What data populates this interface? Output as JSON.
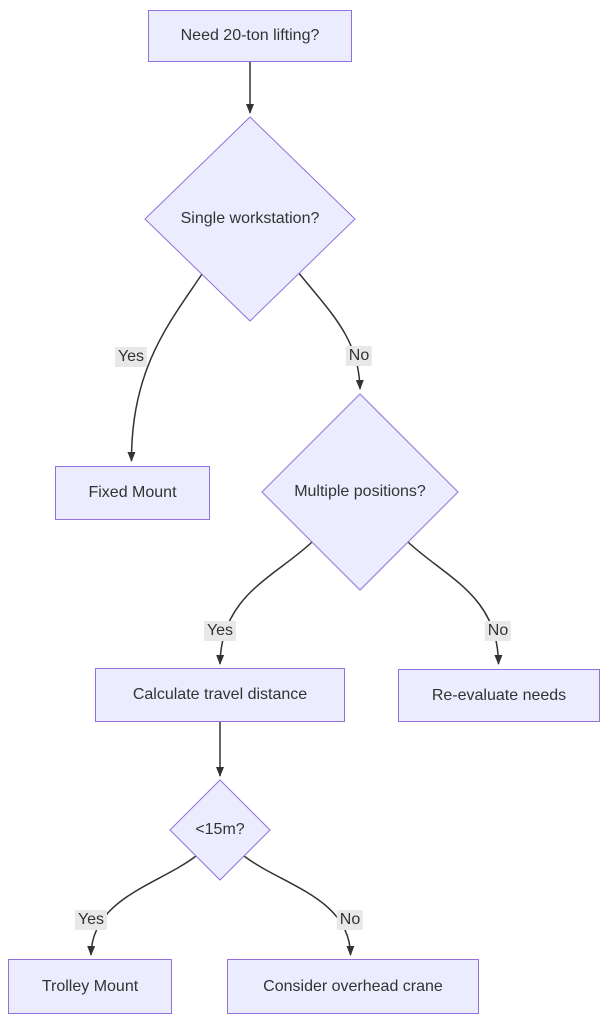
{
  "diagram": {
    "type": "flowchart",
    "direction": "top-down",
    "colors": {
      "node_fill": "#ECECFF",
      "node_border": "#9370DB",
      "edge_stroke": "#333333",
      "edge_label_bg": "#e8e8e8",
      "text": "#333333",
      "background": "#ffffff"
    },
    "nodes": {
      "start": {
        "shape": "rect",
        "label": "Need 20-ton lifting?"
      },
      "single_workstation": {
        "shape": "diamond",
        "label": "Single workstation?"
      },
      "fixed_mount": {
        "shape": "rect",
        "label": "Fixed Mount"
      },
      "multiple_positions": {
        "shape": "diamond",
        "label": "Multiple positions?"
      },
      "calculate_travel": {
        "shape": "rect",
        "label": "Calculate travel distance"
      },
      "reevaluate_needs": {
        "shape": "rect",
        "label": "Re-evaluate needs"
      },
      "under_15m": {
        "shape": "diamond",
        "label": "<15m?"
      },
      "trolley_mount": {
        "shape": "rect",
        "label": "Trolley Mount"
      },
      "overhead_crane": {
        "shape": "rect",
        "label": "Consider overhead crane"
      }
    },
    "edges": {
      "start_to_single": {
        "from": "start",
        "to": "single_workstation",
        "label": ""
      },
      "single_yes": {
        "from": "single_workstation",
        "to": "fixed_mount",
        "label": "Yes"
      },
      "single_no": {
        "from": "single_workstation",
        "to": "multiple_positions",
        "label": "No"
      },
      "multiple_yes": {
        "from": "multiple_positions",
        "to": "calculate_travel",
        "label": "Yes"
      },
      "multiple_no": {
        "from": "multiple_positions",
        "to": "reevaluate_needs",
        "label": "No"
      },
      "calc_to_15m": {
        "from": "calculate_travel",
        "to": "under_15m",
        "label": ""
      },
      "under15_yes": {
        "from": "under_15m",
        "to": "trolley_mount",
        "label": "Yes"
      },
      "under15_no": {
        "from": "under_15m",
        "to": "overhead_crane",
        "label": "No"
      }
    }
  }
}
